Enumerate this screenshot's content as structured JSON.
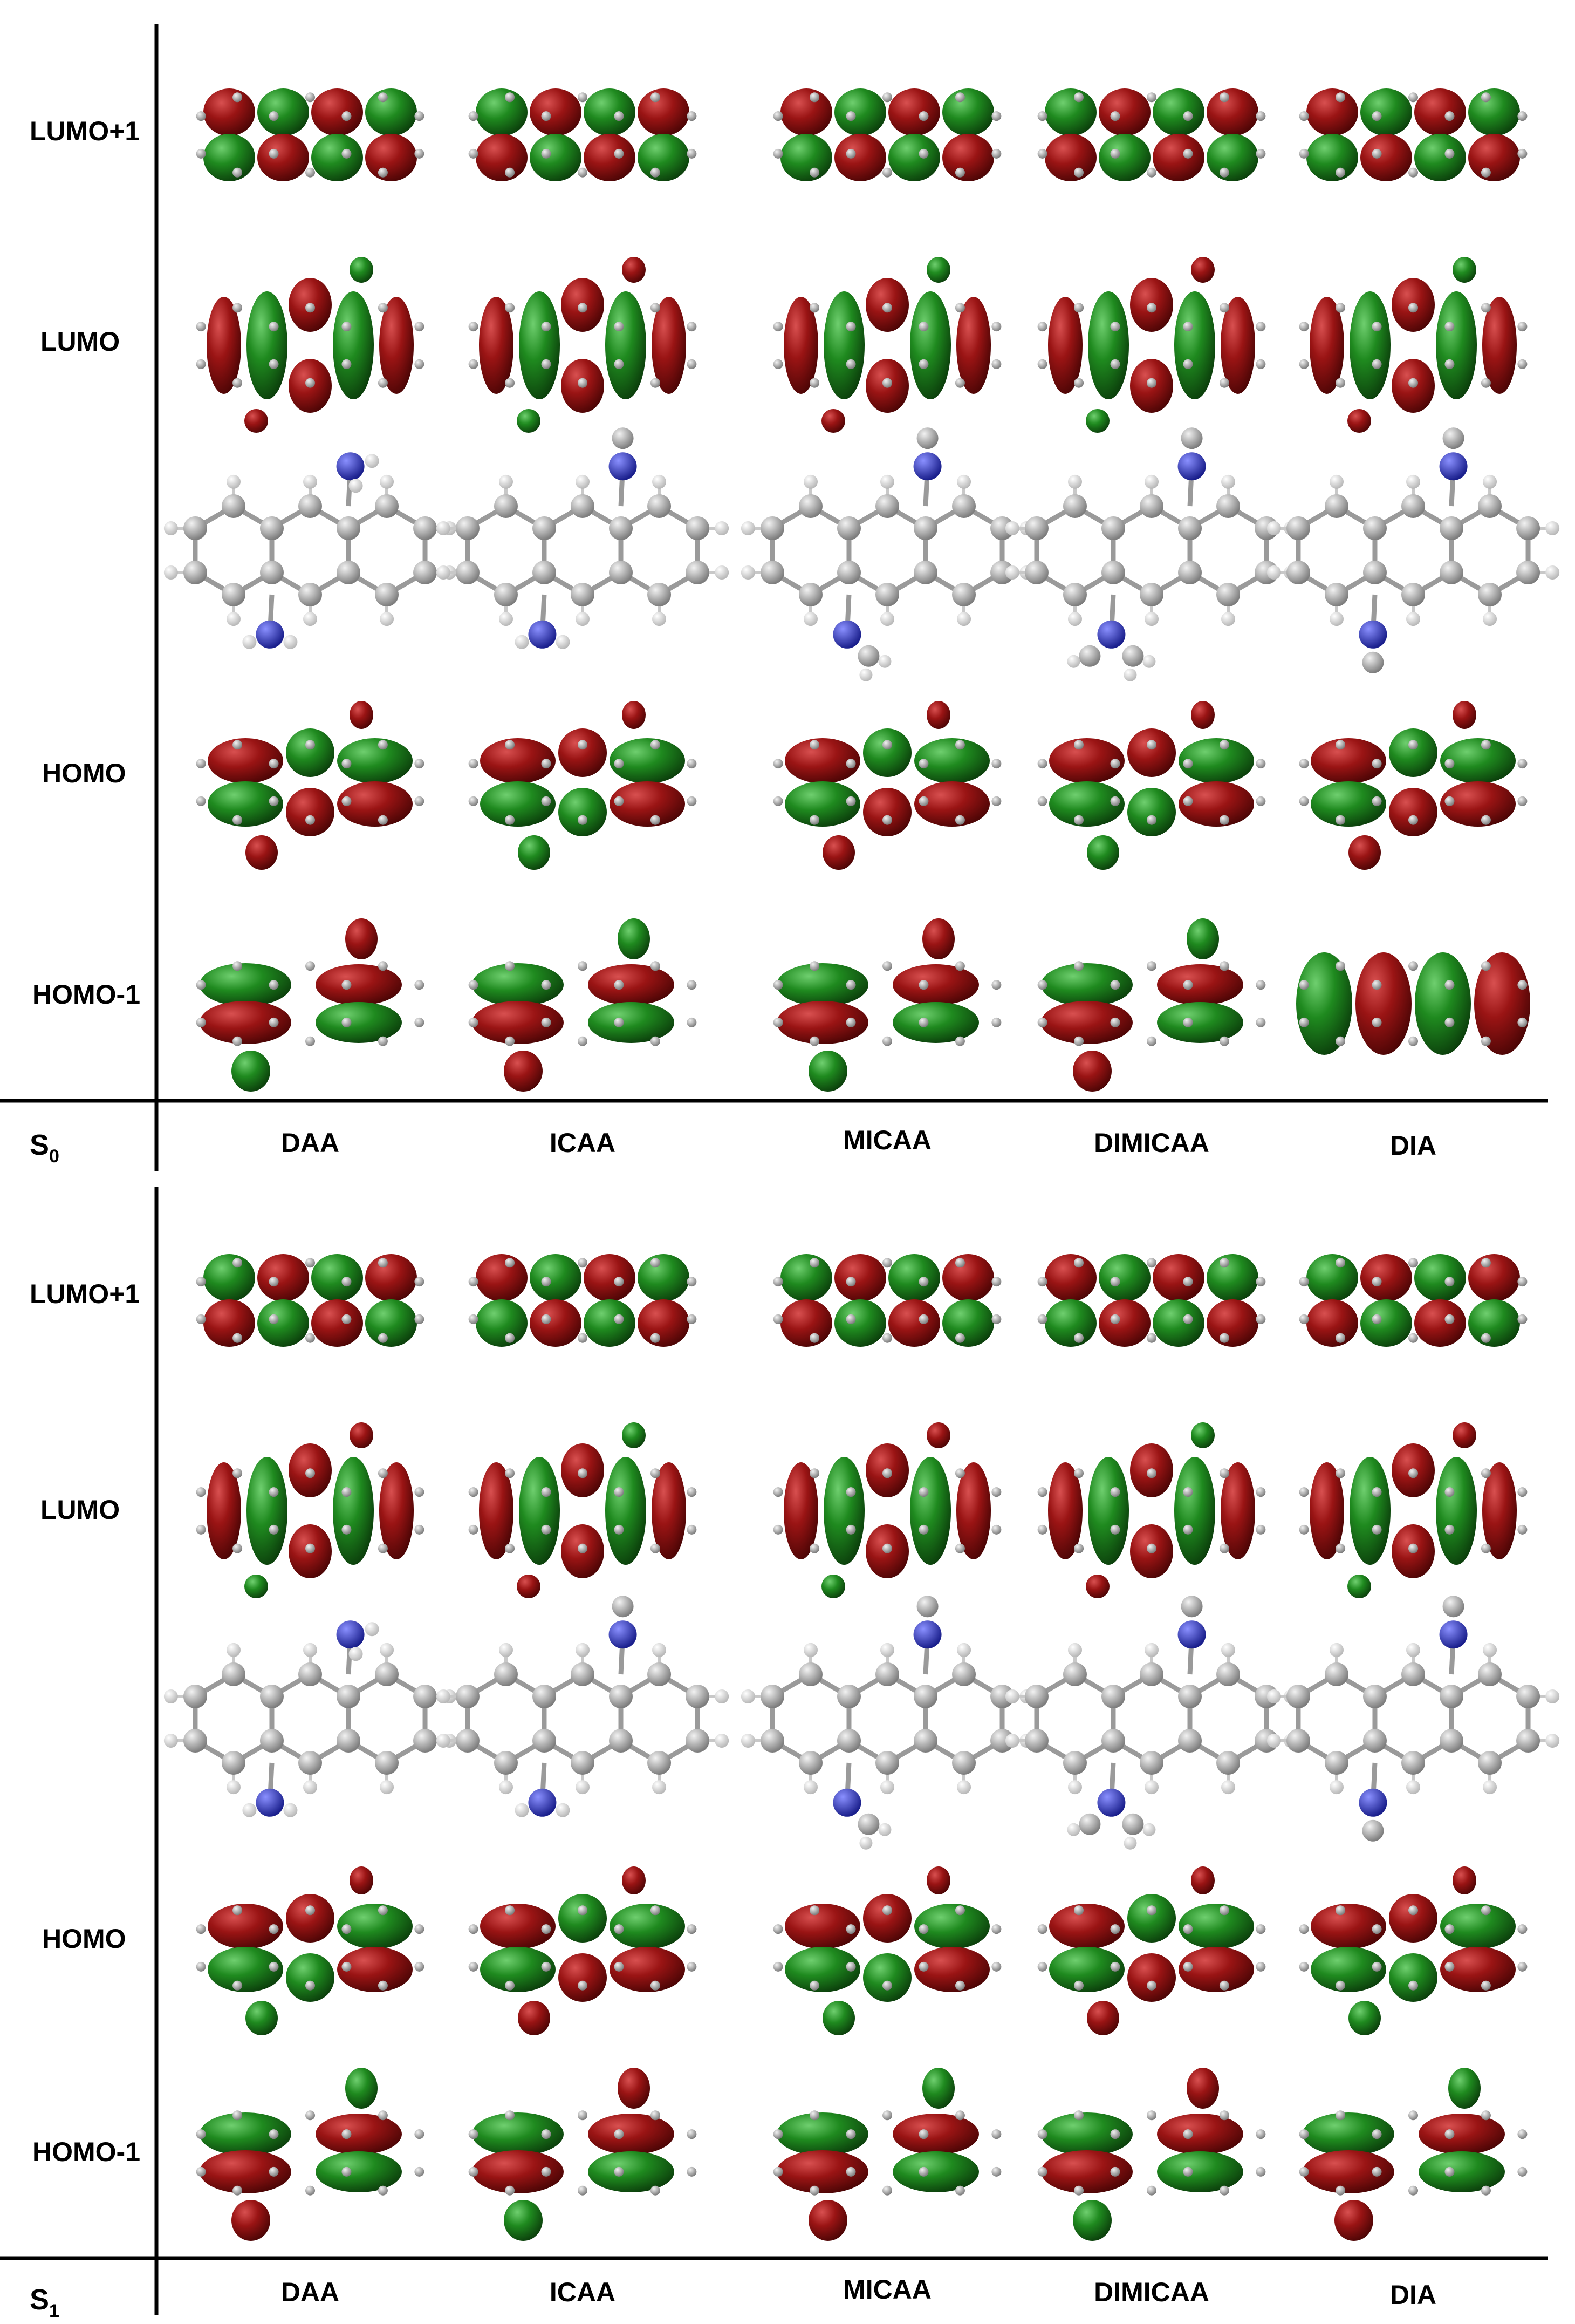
{
  "panels": [
    {
      "state_label": "S",
      "state_subscript": "0",
      "row_labels": [
        "LUMO+1",
        "LUMO",
        "HOMO",
        "HOMO-1"
      ],
      "column_labels": [
        "DAA",
        "ICAA",
        "MICAA",
        "DIMICAA",
        "DIA"
      ]
    },
    {
      "state_label": "S",
      "state_subscript": "1",
      "row_labels": [
        "LUMO+1",
        "LUMO",
        "HOMO",
        "HOMO-1"
      ],
      "column_labels": [
        "DAA",
        "ICAA",
        "MICAA",
        "DIMICAA",
        "DIA"
      ]
    }
  ],
  "colors": {
    "lobe_red": "#8b1010",
    "lobe_green": "#1e7a1e",
    "carbon": "#b4b4b4",
    "nitrogen": "#2a33cc",
    "hydrogen": "#ededed",
    "axis": "#000000"
  }
}
